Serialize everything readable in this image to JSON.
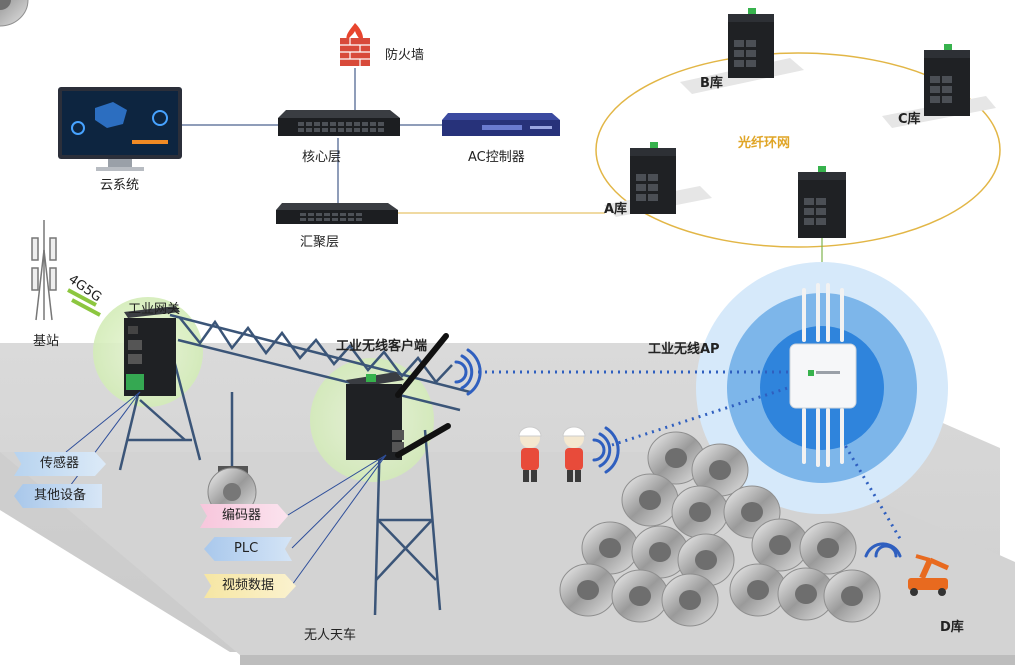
{
  "labels": {
    "firewall": "防火墙",
    "core": "核心层",
    "ac": "AC控制器",
    "cloud": "云系统",
    "aggregation": "汇聚层",
    "ring": "光纤环网",
    "warehouse_a": "A库",
    "warehouse_b": "B库",
    "warehouse_c": "C库",
    "warehouse_d": "D库",
    "base_station": "基站",
    "cellular": "4G5G",
    "gateway": "工业网关",
    "wireless_client": "工业无线客户端",
    "wireless_ap": "工业无线AP",
    "crane": "无人天车"
  },
  "tags": {
    "sensor": "传感器",
    "other_devices": "其他设备",
    "encoder": "编码器",
    "plc": "PLC",
    "video": "视频数据"
  },
  "colors": {
    "ring": "#e2b646",
    "ring_text": "#e0a526",
    "link": "#1f3b73",
    "wireless": "#2f5fbf",
    "ap_glow": "#3f8fe0",
    "floor": "#d9d9d9",
    "crane": "#3b5578"
  }
}
